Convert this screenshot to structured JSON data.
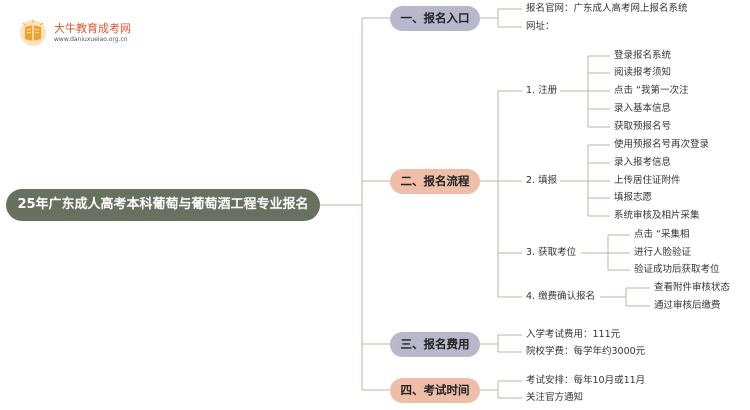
{
  "logo": {
    "name": "大牛教育成考网",
    "url": "www.daniuxueiao.org.cn",
    "icon": "book-icon"
  },
  "root": {
    "label": "25年广东成人高考本科葡萄与葡萄酒工程专业报名"
  },
  "colors": {
    "root": "#66715f",
    "branch_lavender": "#b9b7cc",
    "branch_peach": "#efbea9",
    "line": "#c9b29e"
  },
  "branches": [
    {
      "label": "一、报名入口",
      "items": [
        "报名官网：广东成人高考网上报名系统",
        "网址："
      ]
    },
    {
      "label": "二、报名流程",
      "steps": [
        {
          "label": "1. 注册",
          "items": [
            "登录报名系统",
            "阅读报考须知",
            "点击 “我第一次注",
            "录入基本信息",
            "获取预报名号"
          ]
        },
        {
          "label": "2. 填报",
          "items": [
            "使用预报名号再次登录",
            "录入报考信息",
            "上传居住证附件",
            "填报志愿",
            "系统审核及相片采集"
          ]
        },
        {
          "label": "3. 获取考位",
          "items": [
            "点击 “采集相",
            "进行人脸验证",
            "验证成功后获取考位"
          ]
        },
        {
          "label": "4. 缴费确认报名",
          "items": [
            "查看附件审核状态",
            "通过审核后缴费"
          ]
        }
      ]
    },
    {
      "label": "三、报名费用",
      "items": [
        "入学考试费用：111元",
        "院校学费：每学年约3000元"
      ]
    },
    {
      "label": "四、考试时间",
      "items": [
        "考试安排：每年10月或11月",
        "关注官方通知"
      ]
    }
  ]
}
